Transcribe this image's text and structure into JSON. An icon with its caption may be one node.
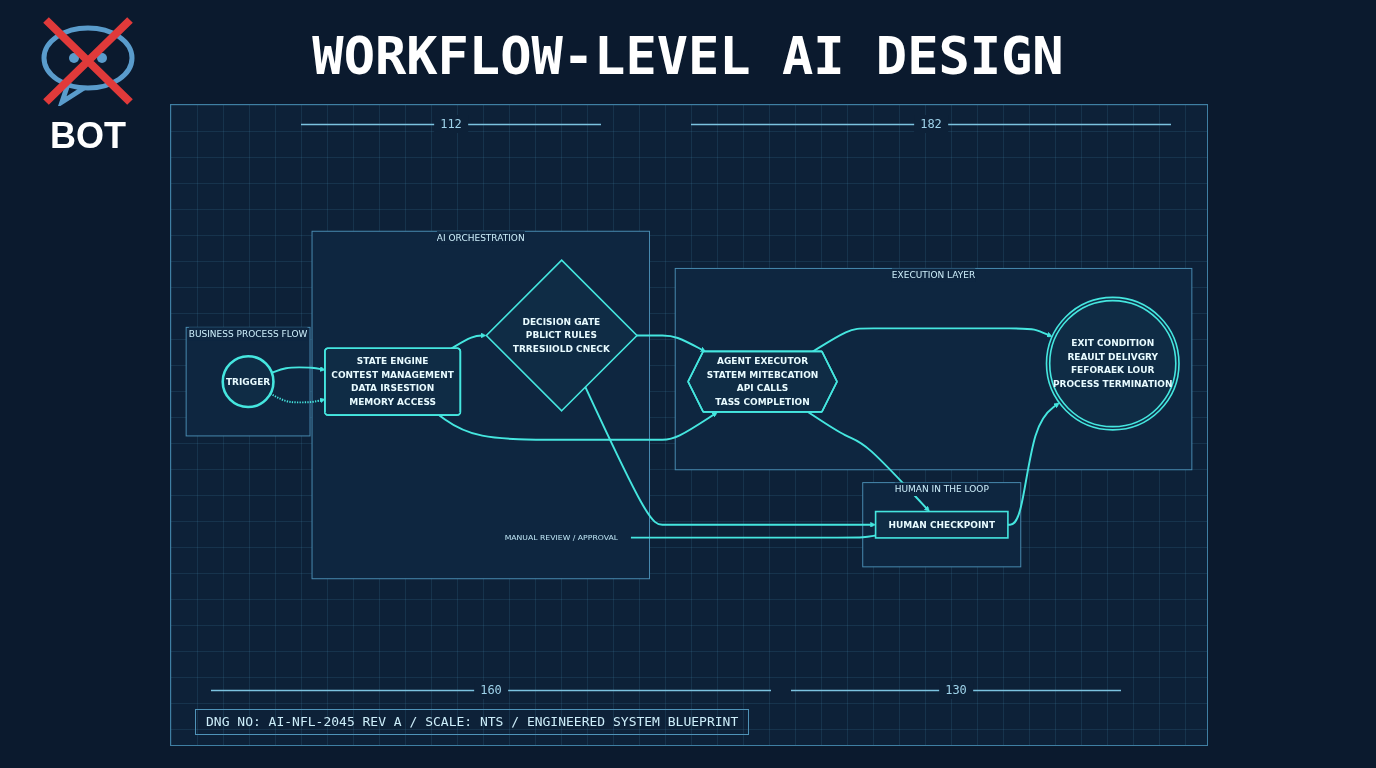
{
  "diagram": {
    "title": "WORKFLOW-LEVEL AI DESIGN",
    "nodes": [
      {
        "text": [
          "BUSINESS PROCESS FLOW"
        ]
      },
      {
        "text": [
          "TRIGGER"
        ],
        "in": 0
      },
      {
        "text": [
          "AI ORCHESTRATION"
        ]
      },
      {
        "text": [
          "STATE ENGINE",
          "CONTEST MANAGEMENT",
          "DATA IRSESTION",
          "MEMORY ACCESS"
        ],
        "in": 2
      },
      {
        "text": [
          "DECISION GATE",
          "PBLICT RULES",
          "TRRESIIOLD CNECK"
        ],
        "in": 2
      },
      {
        "text": [
          "MANUAL REVIEW / APPROVAL"
        ],
        "in": 2
      },
      {
        "text": [
          "HUMAN IN THE LOOP"
        ]
      },
      {
        "text": [
          "HUMAN CHECKPOINT"
        ],
        "in": 6
      },
      {
        "text": [
          "EXECUTION LAYER"
        ]
      },
      {
        "text": [
          "AGENT EXECUTOR",
          "STATEM MITEBCATION",
          "API CALLS",
          "TASS COMPLETION"
        ],
        "in": 8
      },
      {
        "text": [
          "EXIT CONDITION",
          "REAULT DELIVGRY",
          "FEFORAEK LOUR",
          "PROCESS TERMINATION"
        ],
        "in": 8
      }
    ],
    "edges": [
      {
        "from": 1,
        "to": 3,
        "arrow": "to"
      },
      {
        "from": 1,
        "to": 3,
        "arrow": "to",
        "style": "dashed"
      },
      {
        "from": 3,
        "to": 4,
        "arrow": "to"
      },
      {
        "from": 4,
        "to": 7,
        "arrow": "to"
      },
      {
        "from": 4,
        "to": 9,
        "arrow": "to"
      },
      {
        "from": 3,
        "to": 9,
        "arrow": "to"
      },
      {
        "from": 9,
        "to": 7,
        "arrow": "to"
      },
      {
        "from": 9,
        "to": 10,
        "arrow": "to"
      },
      {
        "from": 7,
        "to": 10,
        "arrow": "to"
      },
      {
        "from": 5,
        "to": 7,
        "arrow": "none"
      }
    ],
    "labels": [
      "BOT",
      "112",
      "182",
      "160",
      "130",
      "DNG NO: AI-NFL-2045 REV A / SCALE: NTS / ENGINEERED SYSTEM BLUEPRINT"
    ]
  }
}
